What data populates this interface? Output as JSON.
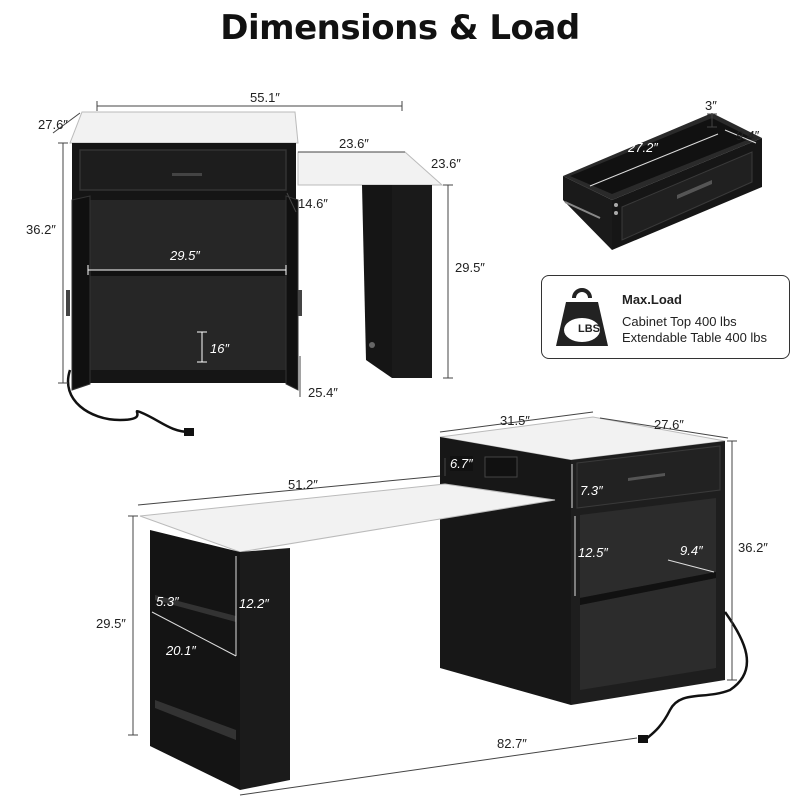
{
  "title": "Dimensions & Load",
  "top_unit": {
    "width": "55.1″",
    "depth": "27.6″",
    "height": "36.2″",
    "table_width": "23.6″",
    "table_depth": "23.6″",
    "table_height": "29.5″",
    "inner_width": "29.5″",
    "shelf_height": "16″",
    "side_gap": "14.6″",
    "base_height": "25.4″"
  },
  "drawer": {
    "height": "3″",
    "length": "27.2″",
    "depth": "9.4″"
  },
  "max_load": {
    "weight_icon_label": "LBS",
    "title": "Max.Load",
    "line1": "Cabinet Top 400 lbs",
    "line2": "Extendable Table 400 lbs"
  },
  "bottom_unit": {
    "cabinet_width": "31.5″",
    "cabinet_depth": "27.6″",
    "cabinet_height": "36.2″",
    "table_top_width": "51.2″",
    "table_height": "29.5″",
    "total_width": "82.7″",
    "outlet_height": "6.7″",
    "drawer_height": "7.3″",
    "open_shelf_height": "12.5″",
    "open_shelf_depth": "9.4″",
    "leg_shelf_height": "12.2″",
    "leg_shelf_depth": "5.3″",
    "leg_shelf_width": "20.1″"
  },
  "colors": {
    "wood": "#151515",
    "marble": "#f2f2f2",
    "line": "#333333"
  }
}
